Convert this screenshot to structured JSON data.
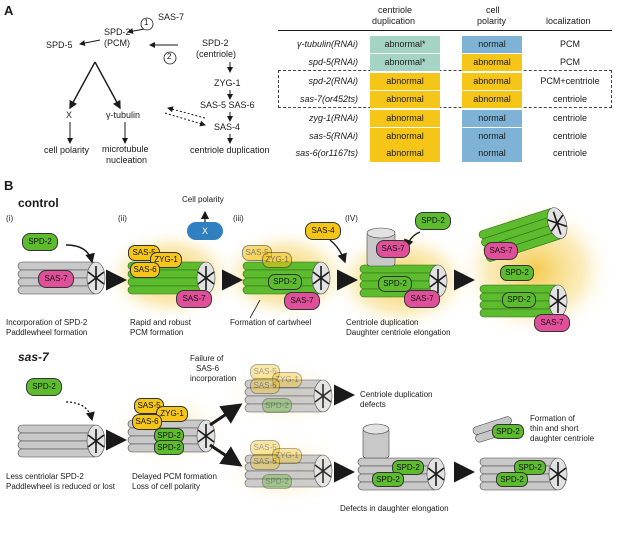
{
  "panel_a": {
    "letter": "A",
    "pathway": {
      "sas7": "SAS-7",
      "spd2_pcm": "SPD-2",
      "spd2_pcm_sub": "(PCM)",
      "spd2_centriole": "SPD-2",
      "spd2_centriole_sub": "(centriole)",
      "circle1": "1",
      "circle2": "2",
      "spd5": "SPD-5",
      "zyg1": "ZYG-1",
      "sas5_sas6": "SAS-5 SAS-6",
      "sas4": "SAS-4",
      "x": "X",
      "gamma_tubulin": "γ-tubulin",
      "cell_polarity": "cell polarity",
      "microtubule": "microtubule",
      "nucleation": "nucleation",
      "centriole_duplication": "centriole duplication"
    },
    "table": {
      "headers": {
        "dup1": "centriole",
        "dup2": "duplication",
        "pol1": "cell",
        "pol2": "polarity",
        "loc": "localization"
      },
      "rows": [
        {
          "label": "γ-tubulin(RNAi)",
          "duplication": "abnormal*",
          "polarity": "normal",
          "localization": "PCM"
        },
        {
          "label": "spd-5(RNAi)",
          "duplication": "abnormal*",
          "polarity": "abnormal",
          "localization": "PCM"
        },
        {
          "label": "spd-2(RNAi)",
          "duplication": "abnormal",
          "polarity": "abnormal",
          "localization": "PCM+centriole"
        },
        {
          "label": "sas-7(or452ts)",
          "duplication": "abnormal",
          "polarity": "abnormal",
          "localization": "centriole"
        },
        {
          "label": "zyg-1(RNAi)",
          "duplication": "abnormal",
          "polarity": "normal",
          "localization": "centriole"
        },
        {
          "label": "sas-5(RNAi)",
          "duplication": "abnormal",
          "polarity": "normal",
          "localization": "centriole"
        },
        {
          "label": "sas-6(or1167ts)",
          "duplication": "abnormal",
          "polarity": "normal",
          "localization": "centriole"
        }
      ],
      "colors": {
        "teal": "#a6d4c4",
        "yellow": "#f5c518",
        "blue": "#7fb3d5"
      }
    }
  },
  "panel_b": {
    "letter": "B",
    "control_title": "control",
    "sas7_title": "sas-7",
    "stages": [
      "(i)",
      "(ii)",
      "(iii)",
      "(IV)"
    ],
    "cell_polarity": "Cell polarity",
    "x_label": "X",
    "proteins": {
      "spd2": "SPD-2",
      "sas7": "SAS-7",
      "sas5": "SAS-5",
      "sas6": "SAS-6",
      "zyg1": "ZYG-1",
      "sas4": "SAS-4"
    },
    "captions": {
      "c1a": "Incorporation of SPD-2",
      "c1b": "Paddlewheel formation",
      "c2a": "Rapid and robust",
      "c2b": "PCM formation",
      "c3": "Formation of cartwheel",
      "c4a": "Centriole duplication",
      "c4b": "Daughter centriole elongation",
      "s1a": "Less centriolar SPD-2",
      "s1b": "Paddlewheel is reduced or lost",
      "s2a": "Delayed PCM formation",
      "s2b": "Loss of cell polarity",
      "fail1": "Failure of",
      "fail2": "SAS-6",
      "fail3": "incorporation",
      "dupdef1": "Centriole duplication",
      "dupdef2": "defects",
      "elong": "Defects in daughter elongation",
      "thin1": "Formation of",
      "thin2": "thin and short",
      "thin3": "daughter centriole"
    },
    "colors": {
      "green": "#5dbb2e",
      "magenta": "#e0509a",
      "yellow": "#f5c518",
      "blue": "#2f7fc1",
      "gray": "#c8c8c8",
      "glow": "#f2c230"
    }
  }
}
